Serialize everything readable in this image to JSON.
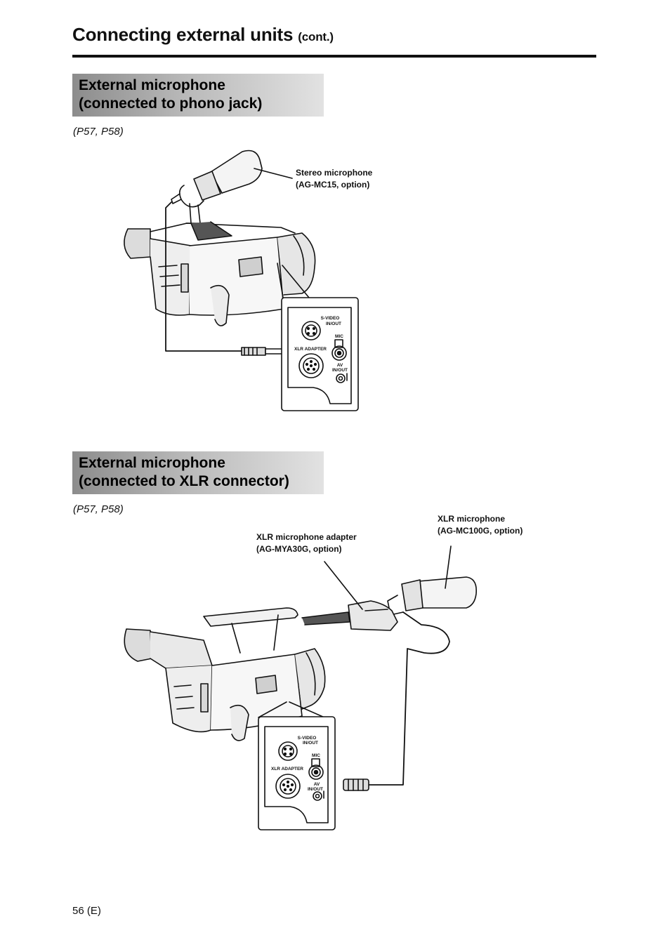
{
  "header": {
    "title": "Connecting external units",
    "title_suffix": "(cont.)"
  },
  "section1": {
    "heading_line1": "External microphone",
    "heading_line2": "(connected to phono jack)",
    "reference": "(P57, P58)",
    "callout_line1": "Stereo microphone",
    "callout_line2": "(AG-MC15, option)",
    "panel_labels": {
      "svideo_1": "S-VIDEO",
      "svideo_2": "IN/OUT",
      "mic": "MIC",
      "xlr_adapter": "XLR ADAPTER",
      "av_1": "AV",
      "av_2": "IN/OUT"
    }
  },
  "section2": {
    "heading_line1": "External microphone",
    "heading_line2": "(connected to XLR connector)",
    "reference": "(P57, P58)",
    "adapter_line1": "XLR microphone adapter",
    "adapter_line2": "(AG-MYA30G, option)",
    "mic_line1": "XLR microphone",
    "mic_line2": "(AG-MC100G, option)",
    "panel_labels": {
      "svideo_1": "S-VIDEO",
      "svideo_2": "IN/OUT",
      "mic": "MIC",
      "xlr_adapter": "XLR ADAPTER",
      "av_1": "AV",
      "av_2": "IN/OUT"
    }
  },
  "footer": {
    "page_number": "56 (E)"
  }
}
